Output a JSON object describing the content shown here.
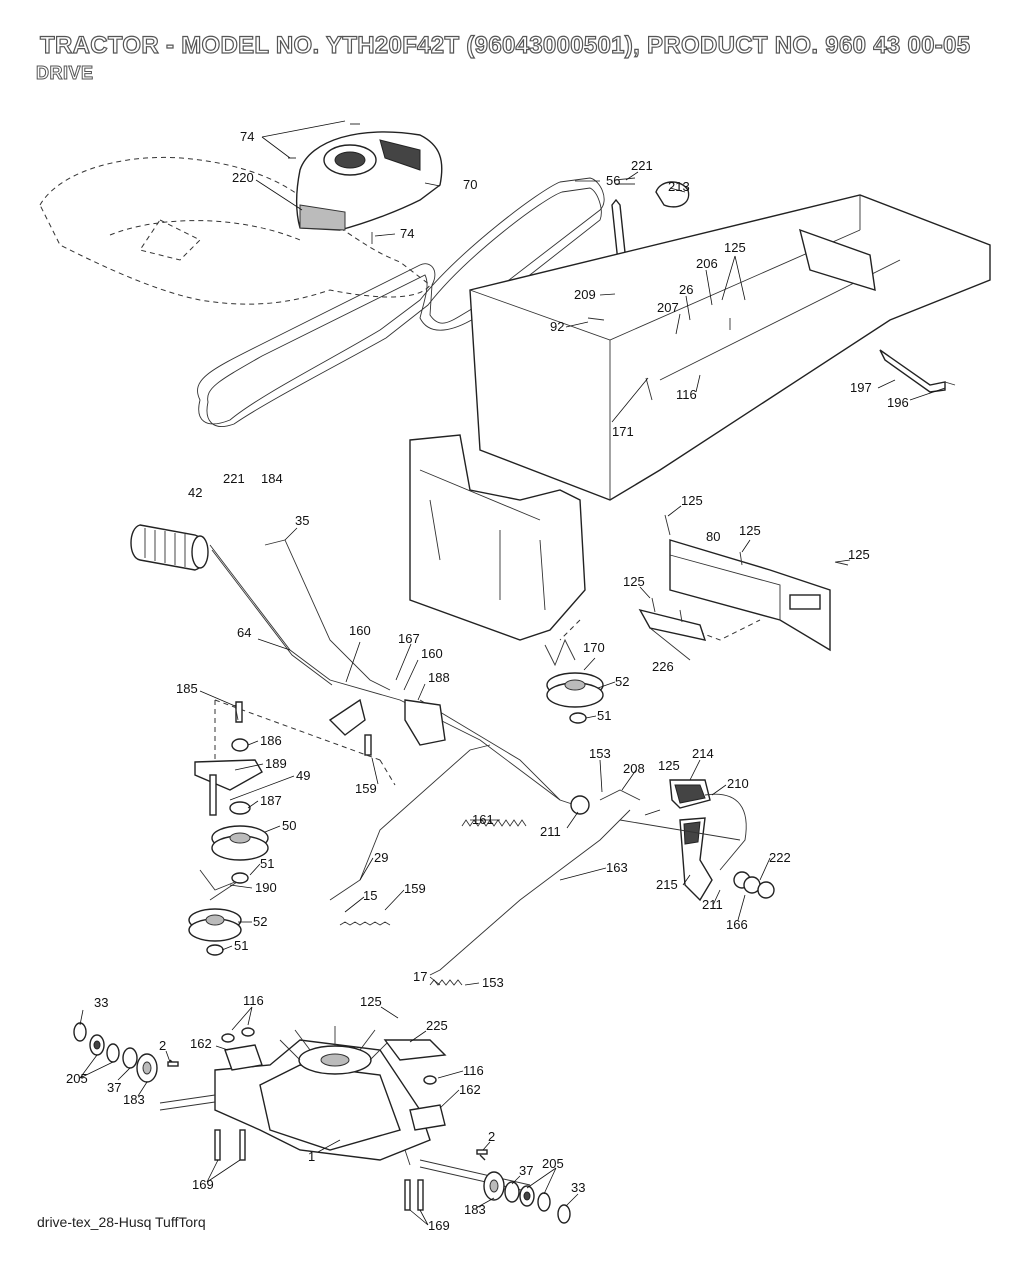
{
  "title": "TRACTOR - MODEL NO. YTH20F42T (96043000501), PRODUCT NO. 960 43 00-05",
  "subtitle": "DRIVE",
  "footer": "drive-tex_28-Husq TuffTorq",
  "callouts": [
    {
      "id": "c74a",
      "text": "74"
    },
    {
      "id": "c220",
      "text": "220"
    },
    {
      "id": "c70",
      "text": "70"
    },
    {
      "id": "c74b",
      "text": "74"
    },
    {
      "id": "c56",
      "text": "56"
    },
    {
      "id": "c221a",
      "text": "221"
    },
    {
      "id": "c213",
      "text": "213"
    },
    {
      "id": "c125a",
      "text": "125"
    },
    {
      "id": "c206",
      "text": "206"
    },
    {
      "id": "c209",
      "text": "209"
    },
    {
      "id": "c26",
      "text": "26"
    },
    {
      "id": "c207",
      "text": "207"
    },
    {
      "id": "c92",
      "text": "92"
    },
    {
      "id": "c116a",
      "text": "116"
    },
    {
      "id": "c197",
      "text": "197"
    },
    {
      "id": "c196",
      "text": "196"
    },
    {
      "id": "c171",
      "text": "171"
    },
    {
      "id": "c221b",
      "text": "221"
    },
    {
      "id": "c184",
      "text": "184"
    },
    {
      "id": "c42",
      "text": "42"
    },
    {
      "id": "c35",
      "text": "35"
    },
    {
      "id": "c125b",
      "text": "125"
    },
    {
      "id": "c80",
      "text": "80"
    },
    {
      "id": "c125c",
      "text": "125"
    },
    {
      "id": "c125d",
      "text": "125"
    },
    {
      "id": "c125e",
      "text": "125"
    },
    {
      "id": "c64",
      "text": "64"
    },
    {
      "id": "c160a",
      "text": "160"
    },
    {
      "id": "c167",
      "text": "167"
    },
    {
      "id": "c160b",
      "text": "160"
    },
    {
      "id": "c226",
      "text": "226"
    },
    {
      "id": "c170",
      "text": "170"
    },
    {
      "id": "c188",
      "text": "188"
    },
    {
      "id": "c185",
      "text": "185"
    },
    {
      "id": "c52a",
      "text": "52"
    },
    {
      "id": "c51a",
      "text": "51"
    },
    {
      "id": "c186",
      "text": "186"
    },
    {
      "id": "c189",
      "text": "189"
    },
    {
      "id": "c49",
      "text": "49"
    },
    {
      "id": "c159a",
      "text": "159"
    },
    {
      "id": "c153a",
      "text": "153"
    },
    {
      "id": "c214",
      "text": "214"
    },
    {
      "id": "c208",
      "text": "208"
    },
    {
      "id": "c125f",
      "text": "125"
    },
    {
      "id": "c210",
      "text": "210"
    },
    {
      "id": "c187",
      "text": "187"
    },
    {
      "id": "c211a",
      "text": "211"
    },
    {
      "id": "c161",
      "text": "161"
    },
    {
      "id": "c50",
      "text": "50"
    },
    {
      "id": "c29",
      "text": "29"
    },
    {
      "id": "c163",
      "text": "163"
    },
    {
      "id": "c222",
      "text": "222"
    },
    {
      "id": "c51b",
      "text": "51"
    },
    {
      "id": "c190",
      "text": "190"
    },
    {
      "id": "c215",
      "text": "215"
    },
    {
      "id": "c211b",
      "text": "211"
    },
    {
      "id": "c15",
      "text": "15"
    },
    {
      "id": "c159b",
      "text": "159"
    },
    {
      "id": "c166",
      "text": "166"
    },
    {
      "id": "c52b",
      "text": "52"
    },
    {
      "id": "c51c",
      "text": "51"
    },
    {
      "id": "c17",
      "text": "17"
    },
    {
      "id": "c153b",
      "text": "153"
    },
    {
      "id": "c33a",
      "text": "33"
    },
    {
      "id": "c116b",
      "text": "116"
    },
    {
      "id": "c125g",
      "text": "125"
    },
    {
      "id": "c225",
      "text": "225"
    },
    {
      "id": "c162a",
      "text": "162"
    },
    {
      "id": "c2a",
      "text": "2"
    },
    {
      "id": "c205a",
      "text": "205"
    },
    {
      "id": "c37a",
      "text": "37"
    },
    {
      "id": "c183a",
      "text": "183"
    },
    {
      "id": "c116c",
      "text": "116"
    },
    {
      "id": "c162b",
      "text": "162"
    },
    {
      "id": "c1",
      "text": "1"
    },
    {
      "id": "c2b",
      "text": "2"
    },
    {
      "id": "c37b",
      "text": "37"
    },
    {
      "id": "c205b",
      "text": "205"
    },
    {
      "id": "c169a",
      "text": "169"
    },
    {
      "id": "c33b",
      "text": "33"
    },
    {
      "id": "c183b",
      "text": "183"
    },
    {
      "id": "c169b",
      "text": "169"
    }
  ]
}
